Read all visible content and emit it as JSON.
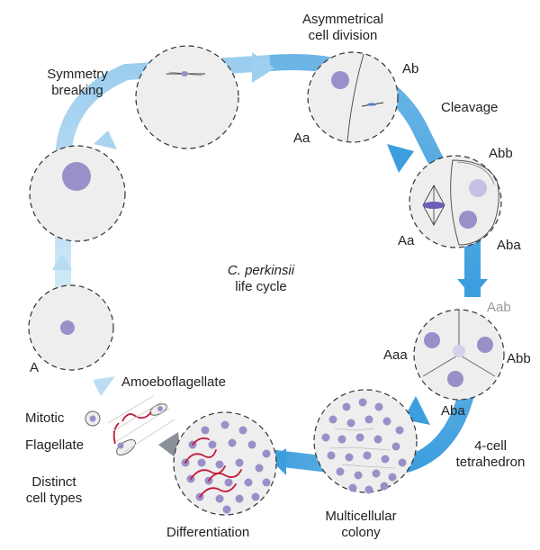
{
  "title": {
    "species": "C. perkinsii",
    "subtitle": "life cycle"
  },
  "stages": {
    "symmetry_breaking": "Symmetry\nbreaking",
    "asymmetrical_division": "Asymmetrical\ncell division",
    "cleavage": "Cleavage",
    "tetrahedron": "4-cell\ntetrahedron",
    "multicellular_colony": "Multicellular\ncolony",
    "differentiation": "Differentiation",
    "distinct_cell_types": "Distinct\ncell types"
  },
  "cell_labels": {
    "A": "A",
    "Aa_1": "Aa",
    "Ab": "Ab",
    "Aa_2": "Aa",
    "Abb_1": "Abb",
    "Aba_1": "Aba",
    "Aab": "Aab",
    "Aaa": "Aaa",
    "Abb_2": "Abb",
    "Aba_2": "Aba"
  },
  "cell_types": {
    "amoeboflagellate": "Amoeboflagellate",
    "mitotic": "Mitotic",
    "flagellate": "Flagellate"
  },
  "colors": {
    "arrow_light": "#cfe6f5",
    "arrow_dark": "#3f9fdf",
    "cell_fill": "#eeeeee",
    "nucleus": "#9a8fc8",
    "flagella": "#c4183c"
  }
}
